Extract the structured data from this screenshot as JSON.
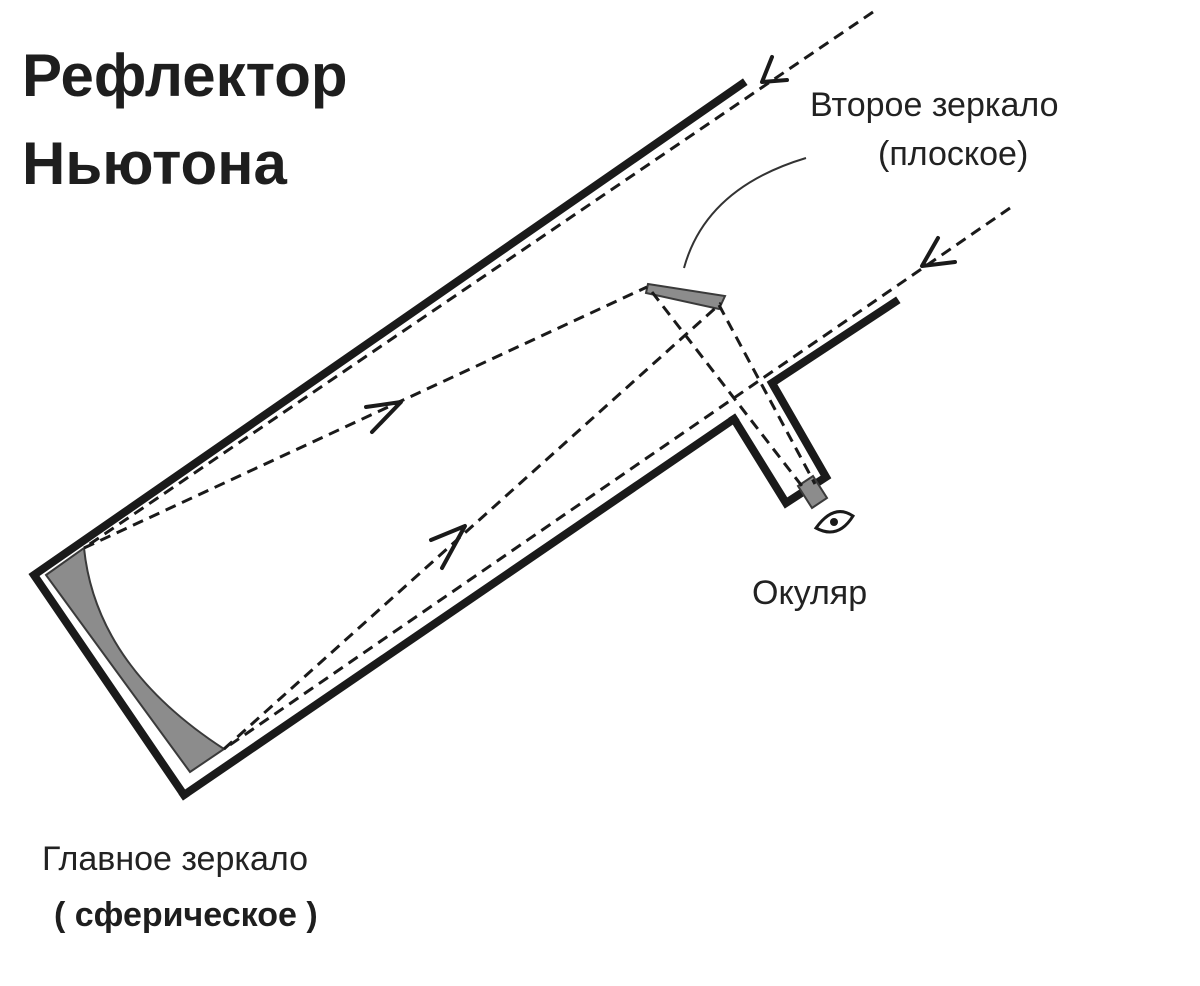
{
  "title": {
    "line1": "Рефлектор",
    "line2": "Ньютона"
  },
  "labels": {
    "secondary_mirror_line1": "Второе зеркало",
    "secondary_mirror_line2": "(плоское)",
    "eyepiece": "Окуляр",
    "primary_mirror_line1": "Главное зеркало",
    "primary_mirror_line2": "( сферическое )"
  },
  "colors": {
    "line": "#1a1a1a",
    "mirror_fill": "#8c8c8c",
    "background": "#ffffff"
  }
}
